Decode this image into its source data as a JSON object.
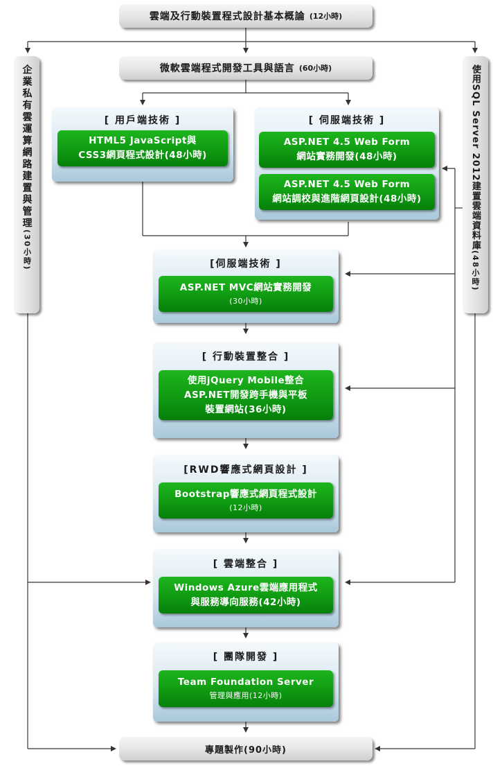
{
  "nodes": {
    "top": {
      "label": "雲端及行動裝置程式設計基本概論",
      "hours": "(12小時)"
    },
    "tools": {
      "label": "微軟雲端程式開發工具與語言",
      "hours": "(60小時)"
    },
    "left_side": {
      "label": "企業私有雲運算網路建置與管理",
      "hours": "(30小時)"
    },
    "right_side": {
      "label": "使用SQL Server 2012建置雲端資料庫",
      "hours": "(48小時)"
    },
    "client": {
      "title": "[ 用戶端技術 ]",
      "line1": "HTML5 JavaScript與",
      "line2": "CSS3網頁程式設計(48小時)"
    },
    "server1": {
      "title": "[ 伺服端技術 ]",
      "a_line1": "ASP.NET 4.5 Web Form",
      "a_line2": "網站實務開發(48小時)",
      "b_line1": "ASP.NET 4.5 Web Form",
      "b_line2": "網站調校與進階網頁設計(48小時)"
    },
    "server2": {
      "title": "[伺服端技術 ]",
      "line1": "ASP.NET MVC網站實務開發",
      "line2": "(30小時)"
    },
    "mobile": {
      "title": "[ 行動裝置整合 ]",
      "line1": "使用jQuery Mobile整合",
      "line2": "ASP.NET開發跨手機與平板",
      "line3": "裝置網站(36小時)"
    },
    "rwd": {
      "title": "[RWD響應式網頁設計 ]",
      "line1": "Bootstrap響應式網頁程式設計",
      "line2": "(12小時)"
    },
    "cloud": {
      "title": "[ 雲端整合 ]",
      "line1": "Windows Azure雲端應用程式",
      "line2": "與服務導向服務(42小時)"
    },
    "team": {
      "title": "[ 團隊開發 ]",
      "line1": "Team Foundation Server",
      "line2": "管理與應用(12小時)"
    },
    "project": {
      "label": "專題製作(90小時)"
    }
  },
  "colors": {
    "green": "#0f9a12",
    "blue_panel": "#d8e8f1",
    "grey_box": "#e2e2e2",
    "line": "#333333"
  }
}
